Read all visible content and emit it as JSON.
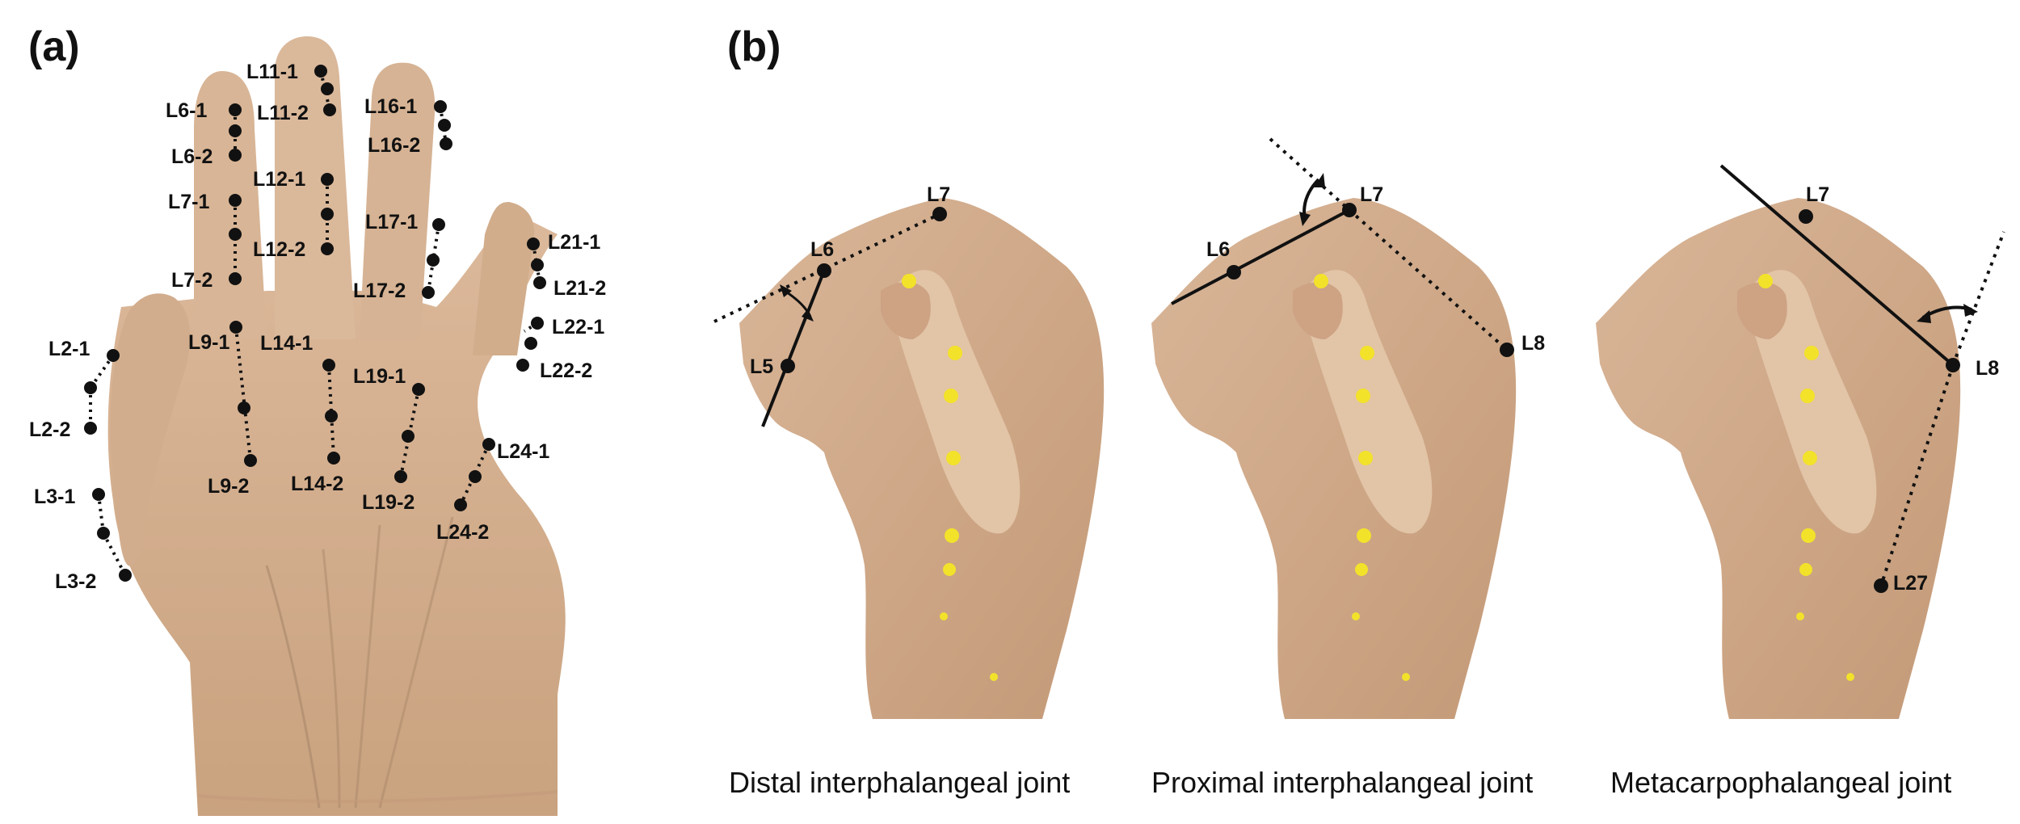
{
  "panels": {
    "a": {
      "label": "(a)",
      "landmarks": {
        "L2_1": "L2-1",
        "L2_2": "L2-2",
        "L3_1": "L3-1",
        "L3_2": "L3-2",
        "L6_1": "L6-1",
        "L6_2": "L6-2",
        "L7_1": "L7-1",
        "L7_2": "L7-2",
        "L9_1": "L9-1",
        "L9_2": "L9-2",
        "L11_1": "L11-1",
        "L11_2": "L11-2",
        "L12_1": "L12-1",
        "L12_2": "L12-2",
        "L14_1": "L14-1",
        "L14_2": "L14-2",
        "L16_1": "L16-1",
        "L16_2": "L16-2",
        "L17_1": "L17-1",
        "L17_2": "L17-2",
        "L19_1": "L19-1",
        "L19_2": "L19-2",
        "L21_1": "L21-1",
        "L21_2": "L21-2",
        "L22_1": "L22-1",
        "L22_2": "L22-2",
        "L24_1": "L24-1",
        "L24_2": "L24-2"
      }
    },
    "b": {
      "label": "(b)",
      "views": [
        {
          "caption": "Distal interphalangeal joint",
          "landmarks": [
            "L7",
            "L6",
            "L5"
          ]
        },
        {
          "caption": "Proximal interphalangeal joint",
          "landmarks": [
            "L7",
            "L6",
            "L8"
          ]
        },
        {
          "caption": "Metacarpophalangeal joint",
          "landmarks": [
            "L7",
            "L8",
            "L27"
          ]
        }
      ]
    }
  },
  "colors": {
    "marker": "#111111",
    "skin": "#d7b394",
    "skin_shadow": "#b98f6f",
    "skin_light": "#e8cdb3",
    "marker_yellow": "#f3e22a"
  }
}
